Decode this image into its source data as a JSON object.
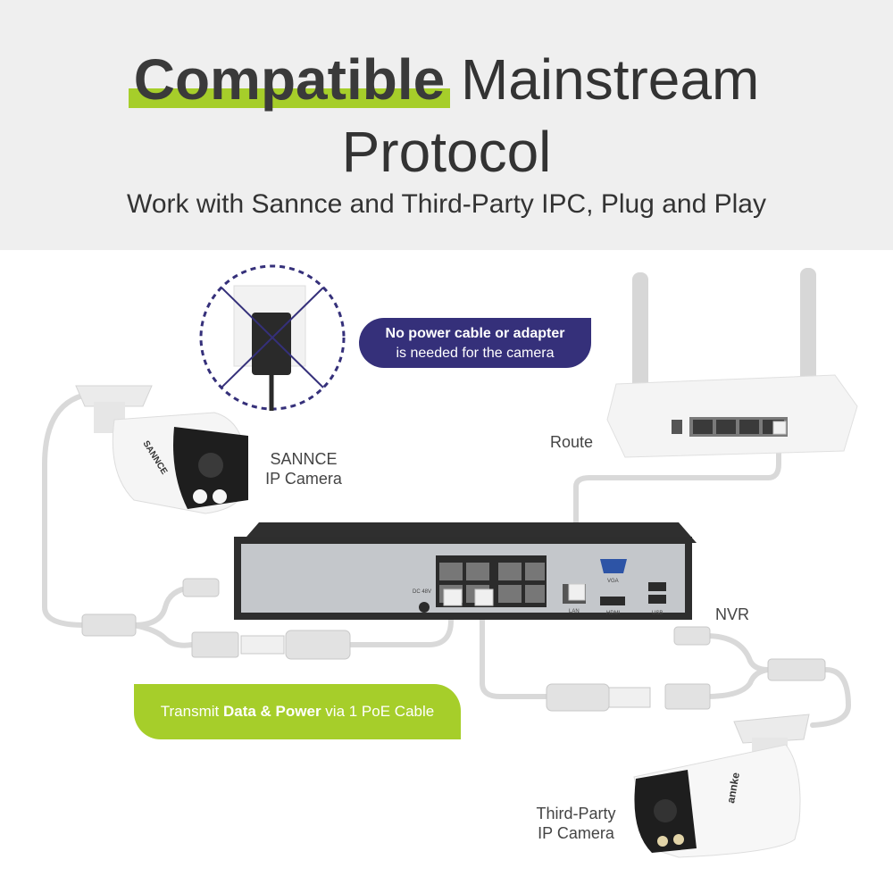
{
  "header": {
    "title_bold": "Compatible",
    "title_light": "Mainstream",
    "title_line2": "Protocol",
    "subtitle": "Work with Sannce and Third-Party IPC, Plug and Play",
    "highlight_color": "#a6ce2a"
  },
  "callout": {
    "line1": "No power cable or adapter",
    "line2": "is needed for the camera",
    "color": "#35307a"
  },
  "labels": {
    "route": "Route",
    "nvr": "NVR",
    "sannce_line1": "SANNCE",
    "sannce_line2": "IP Camera",
    "third_line1": "Third-Party",
    "third_line2": "IP Camera"
  },
  "devices": {
    "sannce_brand": "SANNCE",
    "third_brand": "annke",
    "nvr_vga": "VGA",
    "nvr_hdmi": "HDMI",
    "nvr_usb": "USB",
    "nvr_lan": "LAN",
    "nvr_dc": "DC 48V"
  },
  "banner": {
    "prefix": "Transmit ",
    "bold": "Data & Power",
    "suffix": " via 1 PoE Cable",
    "color": "#a6ce2a"
  },
  "icons": [
    "power-adapter-icon",
    "prohibited-icon"
  ]
}
